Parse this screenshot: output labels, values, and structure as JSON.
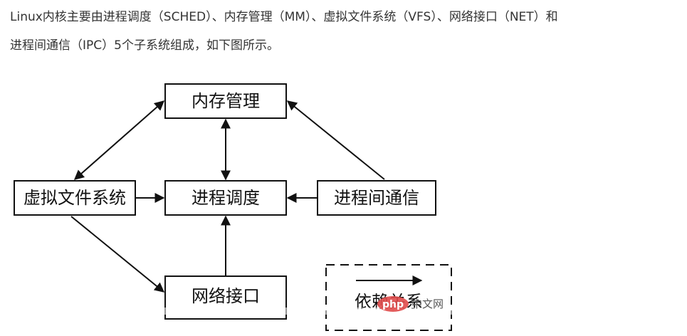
{
  "intro": {
    "line1": "Linux内核主要由进程调度（SCHED）、内存管理（MM）、虚拟文件系统（VFS）、网络接口（NET）和",
    "line2": "进程间通信（IPC）5个子系统组成，如下图所示。"
  },
  "diagram": {
    "nodes": {
      "mm": "内存管理",
      "vfs": "虚拟文件系统",
      "sched": "进程调度",
      "ipc": "进程间通信",
      "net": "网络接口"
    },
    "legend": {
      "label": "依赖关系"
    }
  },
  "watermark": {
    "logo": "php",
    "text": "中文网"
  }
}
